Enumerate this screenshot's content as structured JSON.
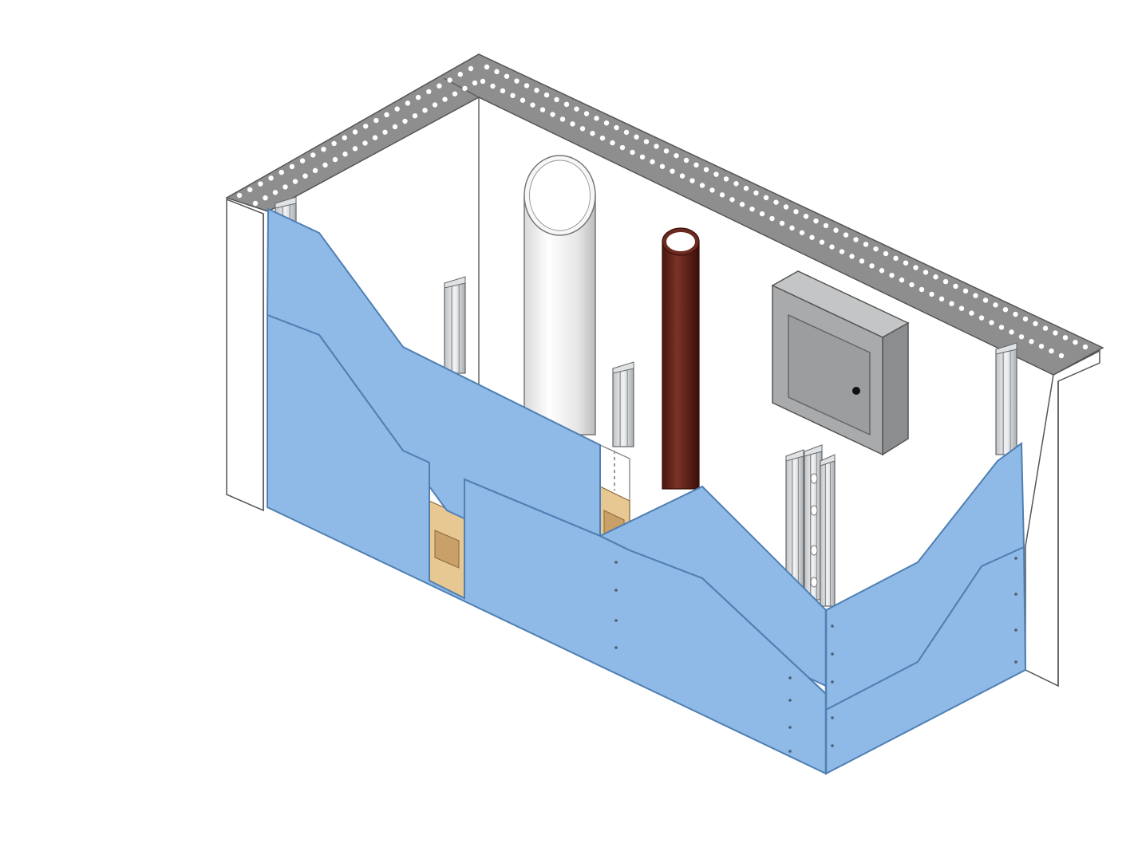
{
  "diagram": {
    "kind": "isometric-wall-cutaway",
    "colors": {
      "board": "#8fb9e6",
      "board_edge": "#4f7fb3",
      "track": "#8e8e8e",
      "track_hole": "#ffffff",
      "stud": "#d2d6da",
      "pipe_white": "#efefef",
      "pipe_brown": "#6e2a20",
      "cabinet": "#a9aaab",
      "blocking": "#e8c892",
      "blocking_patch": "#c8a068",
      "outline": "#555555"
    },
    "components": [
      "perforated-ceiling-track",
      "end-wall-left",
      "end-wall-right",
      "back-wall",
      "steel-stud",
      "large-white-pipe",
      "brown-pipe",
      "electrical-cabinet",
      "wood-blocking",
      "gypsum-board-upper-layer",
      "gypsum-board-lower-layer",
      "gypsum-board-return-upper",
      "gypsum-board-return-lower",
      "screw-fasteners"
    ]
  }
}
